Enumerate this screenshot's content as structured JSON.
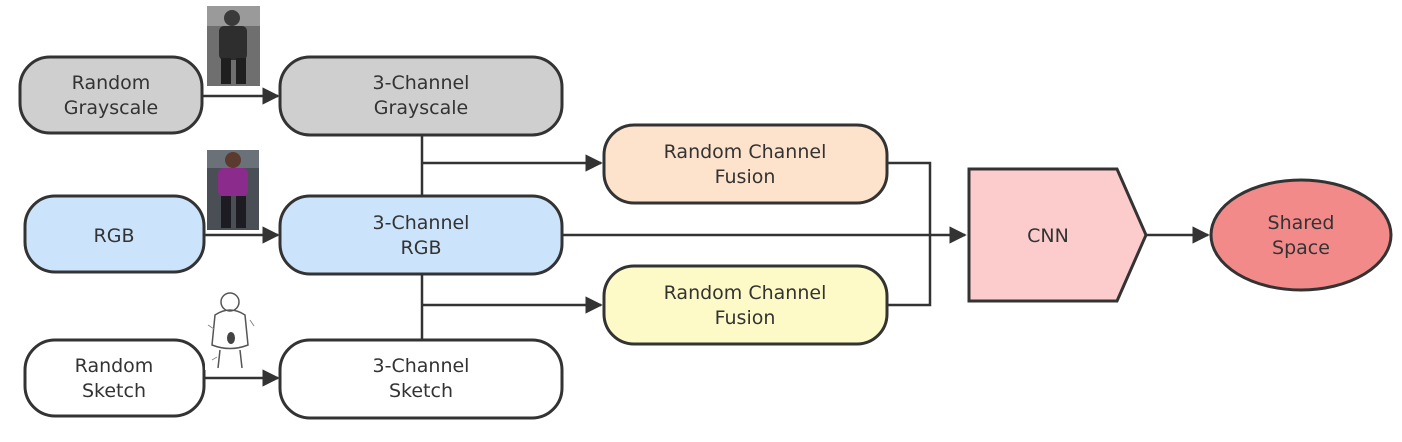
{
  "nodes": {
    "random_grayscale": {
      "line1": "Random",
      "line2": "Grayscale",
      "color": "#cfcfcf"
    },
    "channel3_grayscale": {
      "line1": "3-Channel",
      "line2": "Grayscale",
      "color": "#cfcfcf"
    },
    "rgb": {
      "label": "RGB",
      "color": "#cce4fb"
    },
    "channel3_rgb": {
      "line1": "3-Channel",
      "line2": "RGB",
      "color": "#cce4fb"
    },
    "random_sketch": {
      "line1": "Random",
      "line2": "Sketch",
      "color": "#ffffff"
    },
    "channel3_sketch": {
      "line1": "3-Channel",
      "line2": "Sketch",
      "color": "#ffffff"
    },
    "fusion_top": {
      "line1": "Random Channel",
      "line2": "Fusion",
      "color": "#fde2cc"
    },
    "fusion_bottom": {
      "line1": "Random Channel",
      "line2": "Fusion",
      "color": "#fdfac8"
    },
    "cnn": {
      "label": "CNN",
      "color": "#fccccc"
    },
    "shared_space": {
      "line1": "Shared",
      "line2": "Space",
      "color": "#f28a8a"
    }
  },
  "thumbnails": [
    "grayscale-person",
    "rgb-person",
    "sketch-person"
  ]
}
